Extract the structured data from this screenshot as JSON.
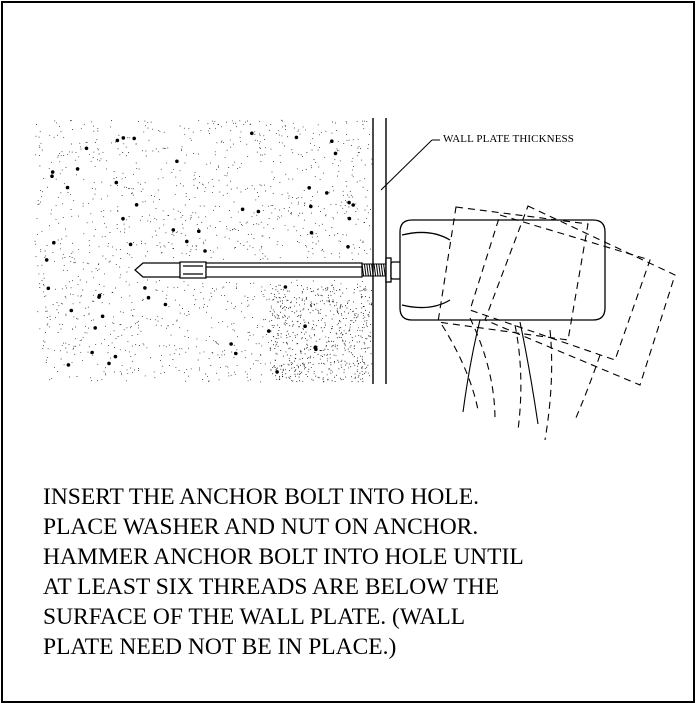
{
  "callout": {
    "label": "WALL PLATE THICKNESS"
  },
  "instructions": {
    "lines": [
      "INSERT THE ANCHOR BOLT INTO HOLE.",
      "PLACE WASHER AND NUT ON ANCHOR.",
      "HAMMER ANCHOR BOLT INTO HOLE UNTIL",
      "AT LEAST SIX THREADS ARE BELOW THE",
      "SURFACE OF THE WALL PLATE. (WALL",
      "PLATE NEED NOT BE IN PLACE.)"
    ]
  },
  "colors": {
    "line": "#000000",
    "background": "#ffffff"
  }
}
